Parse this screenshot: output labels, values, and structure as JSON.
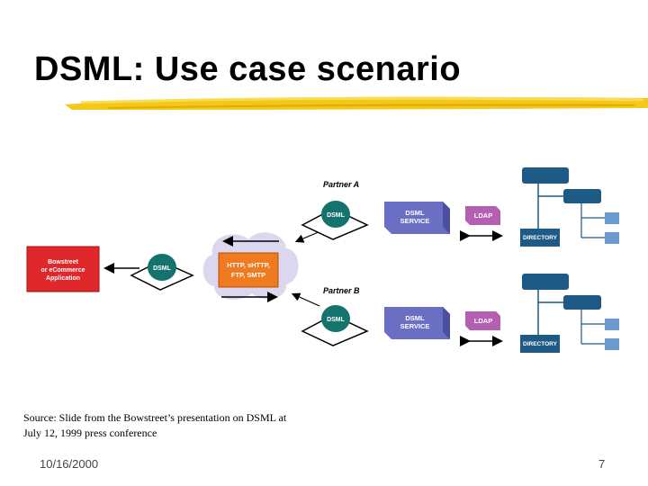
{
  "slide": {
    "title": "DSML: Use case scenario",
    "source_line1": "Source: Slide from the Bowstreet’s presentation  on DSML at",
    "source_line2": "July 12, 1999 press conference",
    "date": "10/16/2000",
    "page_number": "7"
  },
  "diagram": {
    "app_box_line1": "Bowstreet",
    "app_box_line2": "or eCommerce",
    "app_box_line3": "Application",
    "dsml_label": "DSML",
    "protocols_line1": "HTTP, sHTTP,",
    "protocols_line2": "FTP, SMTP",
    "partner_a": "Partner A",
    "partner_b": "Partner B",
    "service_line1": "DSML",
    "service_line2": "SERVICE",
    "ldap_label": "LDAP",
    "directory_label": "DIRECTORY"
  },
  "colors": {
    "accent_stroke": "#f2c200",
    "app_box": "#e0272b",
    "protocol_box": "#f07a20",
    "service_box": "#6a6fc4",
    "ldap_box": "#b45fb2",
    "directory": "#1e5a86",
    "dsml_disc": "#15736e"
  }
}
